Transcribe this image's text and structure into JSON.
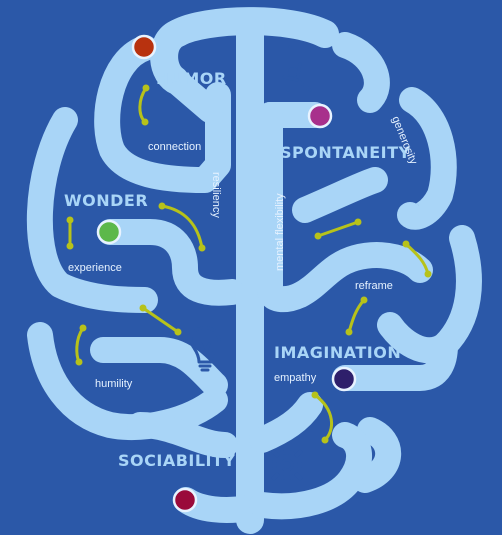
{
  "traits": {
    "humor": "HUMOR",
    "spontaneity": "SPONTANEITY",
    "wonder": "WONDER",
    "imagination": "IMAGINATION",
    "sociability": "SOCIABILITY"
  },
  "words": {
    "connection": "connection",
    "resiliency": "resiliency",
    "generosity": "generosity",
    "mental_flexibility": "mental flexibility",
    "experience": "experience",
    "reframe": "reframe",
    "humility": "humility",
    "empathy": "empathy"
  },
  "icons": [
    "gymnast-icon",
    "lightbulb-icon",
    "gear-icon"
  ],
  "colors": {
    "background": "#2b58a8",
    "tube": "#a9d5f7",
    "wire": "#b7c21a",
    "ball_humor": "#b8320f",
    "ball_spontaneity": "#a8308c",
    "ball_wonder": "#5cb84a",
    "ball_imagination": "#2e1f6b",
    "ball_sociability": "#9a0a3a"
  }
}
